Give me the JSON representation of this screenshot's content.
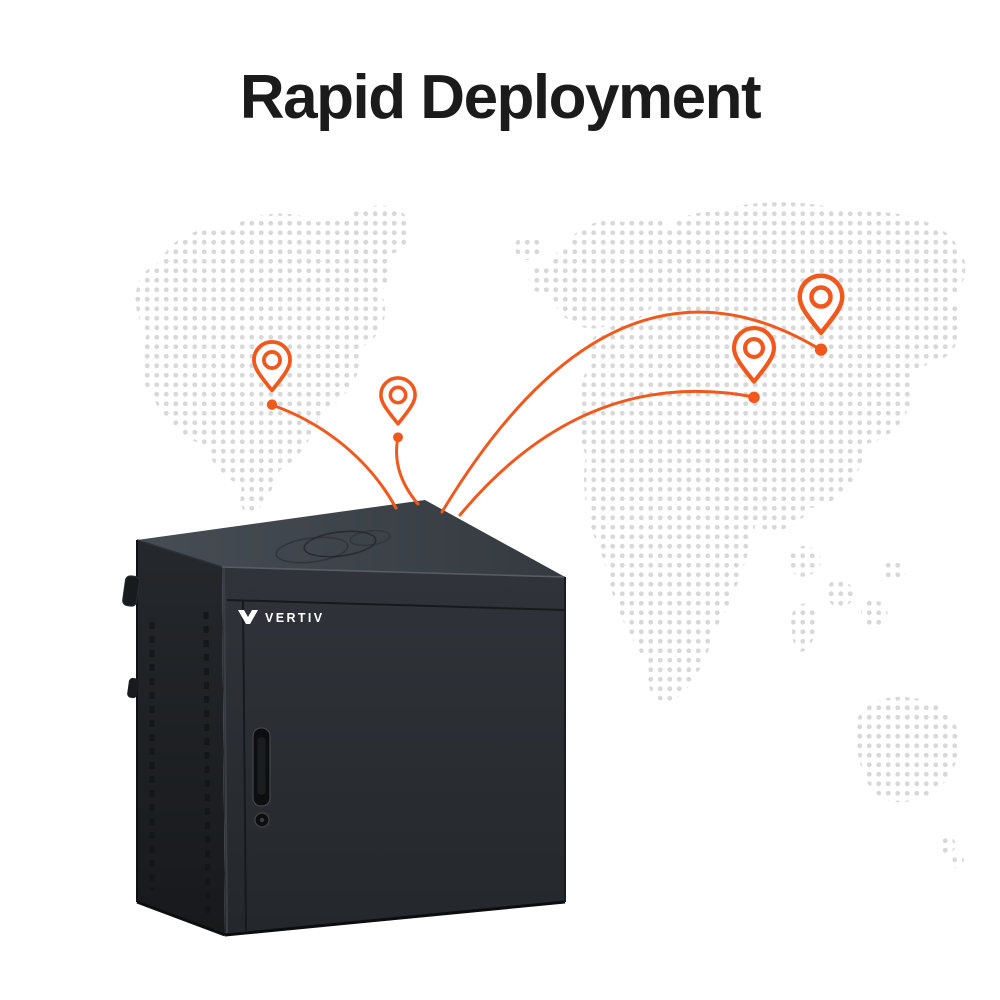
{
  "page": {
    "title": "Rapid Deployment"
  },
  "colors": {
    "accent_orange": "#F2581C",
    "title_text": "#1B1B1B",
    "map_dots": "#D8D8D8",
    "cabinet_top": "#3E444B",
    "cabinet_front": "#2A2E33",
    "cabinet_side": "#1F2226",
    "logo_text": "#FFFFFF"
  },
  "map": {
    "type": "halftone-dot-world-map"
  },
  "pins": {
    "icon": "location-pin-icon",
    "count": 4
  },
  "connections": {
    "count": 4
  },
  "cabinet": {
    "brand": "VERTIV"
  }
}
